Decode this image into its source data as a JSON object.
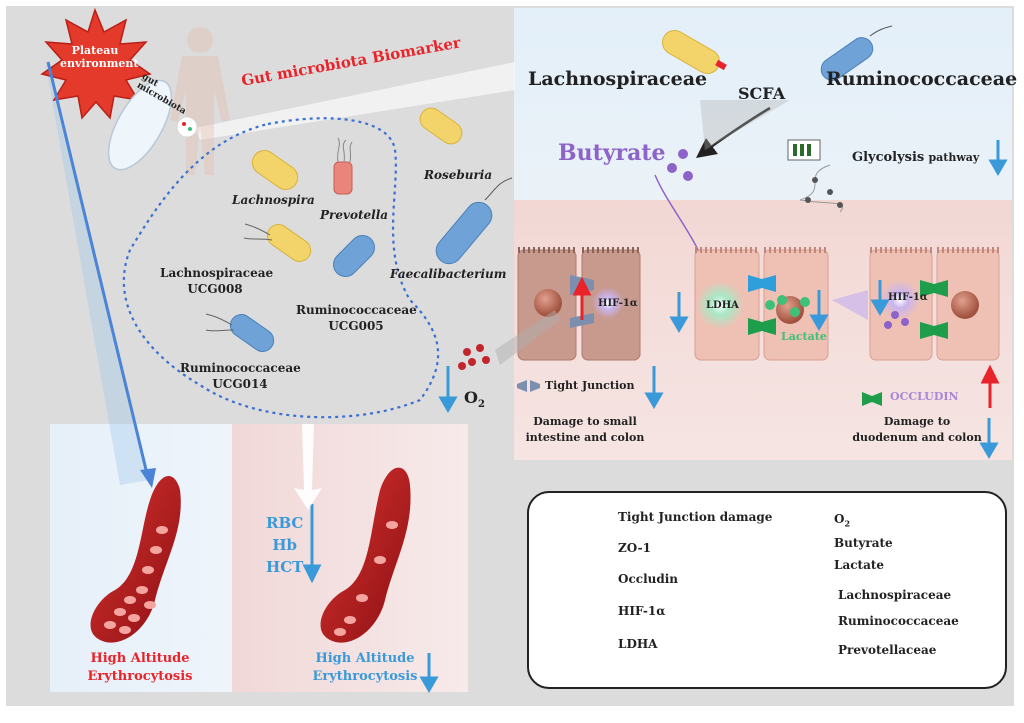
{
  "plateau": {
    "label_line1": "Plateau",
    "label_line2": "environment"
  },
  "gut_label": {
    "line1": "gut",
    "line2": "microbiota"
  },
  "biomarker_title": "Gut microbiota Biomarker",
  "taxa": {
    "lachnospira": "Lachnospira",
    "prevotella": "Prevotella",
    "roseburia": "Roseburia",
    "faecalibacterium": "Faecalibacterium",
    "lachno_ucg008": {
      "line1": "Lachnospiraceae",
      "line2": "UCG008"
    },
    "rumino_ucg005": {
      "line1": "Ruminococcaceae",
      "line2": "UCG005"
    },
    "rumino_ucg014": {
      "line1": "Ruminococcaceae",
      "line2": "UCG014"
    }
  },
  "top_panel": {
    "lachnospiraceae": "Lachnospiraceae",
    "scfa": "SCFA",
    "ruminococcaceae": "Ruminococcaceae",
    "butyrate": "Butyrate",
    "glycolysis": "Glycolysis",
    "pathway": "pathway"
  },
  "cells": {
    "hif_left": "HIF-1α",
    "ldha": "LDHA",
    "lactate": "Lactate",
    "hif_right": "HIF-1α",
    "occludin": "OCCLUDIN",
    "o2_symbol": "O",
    "o2_sub": "2",
    "tight_junction": "Tight Junction",
    "damage_left_line1": "Damage to small",
    "damage_left_line2": "intestine and colon",
    "damage_right_line1": "Damage to",
    "damage_right_line2": "duodenum and colon"
  },
  "blood": {
    "left_line1": "High Altitude",
    "left_line2": "Erythrocytosis",
    "rbc": "RBC",
    "hb": "Hb",
    "hct": "HCT",
    "right_line1": "High Altitude",
    "right_line2": "Erythrocytosis"
  },
  "legend": {
    "tight_junction_damage": "Tight Junction damage",
    "zo1": "ZO-1",
    "occludin": "Occludin",
    "hif": "HIF-1α",
    "ldha": "LDHA",
    "o2": "O",
    "o2_sub": "2",
    "butyrate": "Butyrate",
    "lactate": "Lactate",
    "lachnospiraceae": "Lachnospiraceae",
    "ruminococcaceae": "Ruminococcaceae",
    "prevotellaceae": "Prevotellaceae"
  },
  "colors": {
    "red": "#e8232a",
    "blue": "#3a9ad9",
    "purple": "#8d63c9",
    "green": "#3cc07a",
    "yellow_bacteria": "#f2d46a",
    "blue_bacteria": "#6fa3d8",
    "salmon_bacteria": "#e9857a"
  }
}
